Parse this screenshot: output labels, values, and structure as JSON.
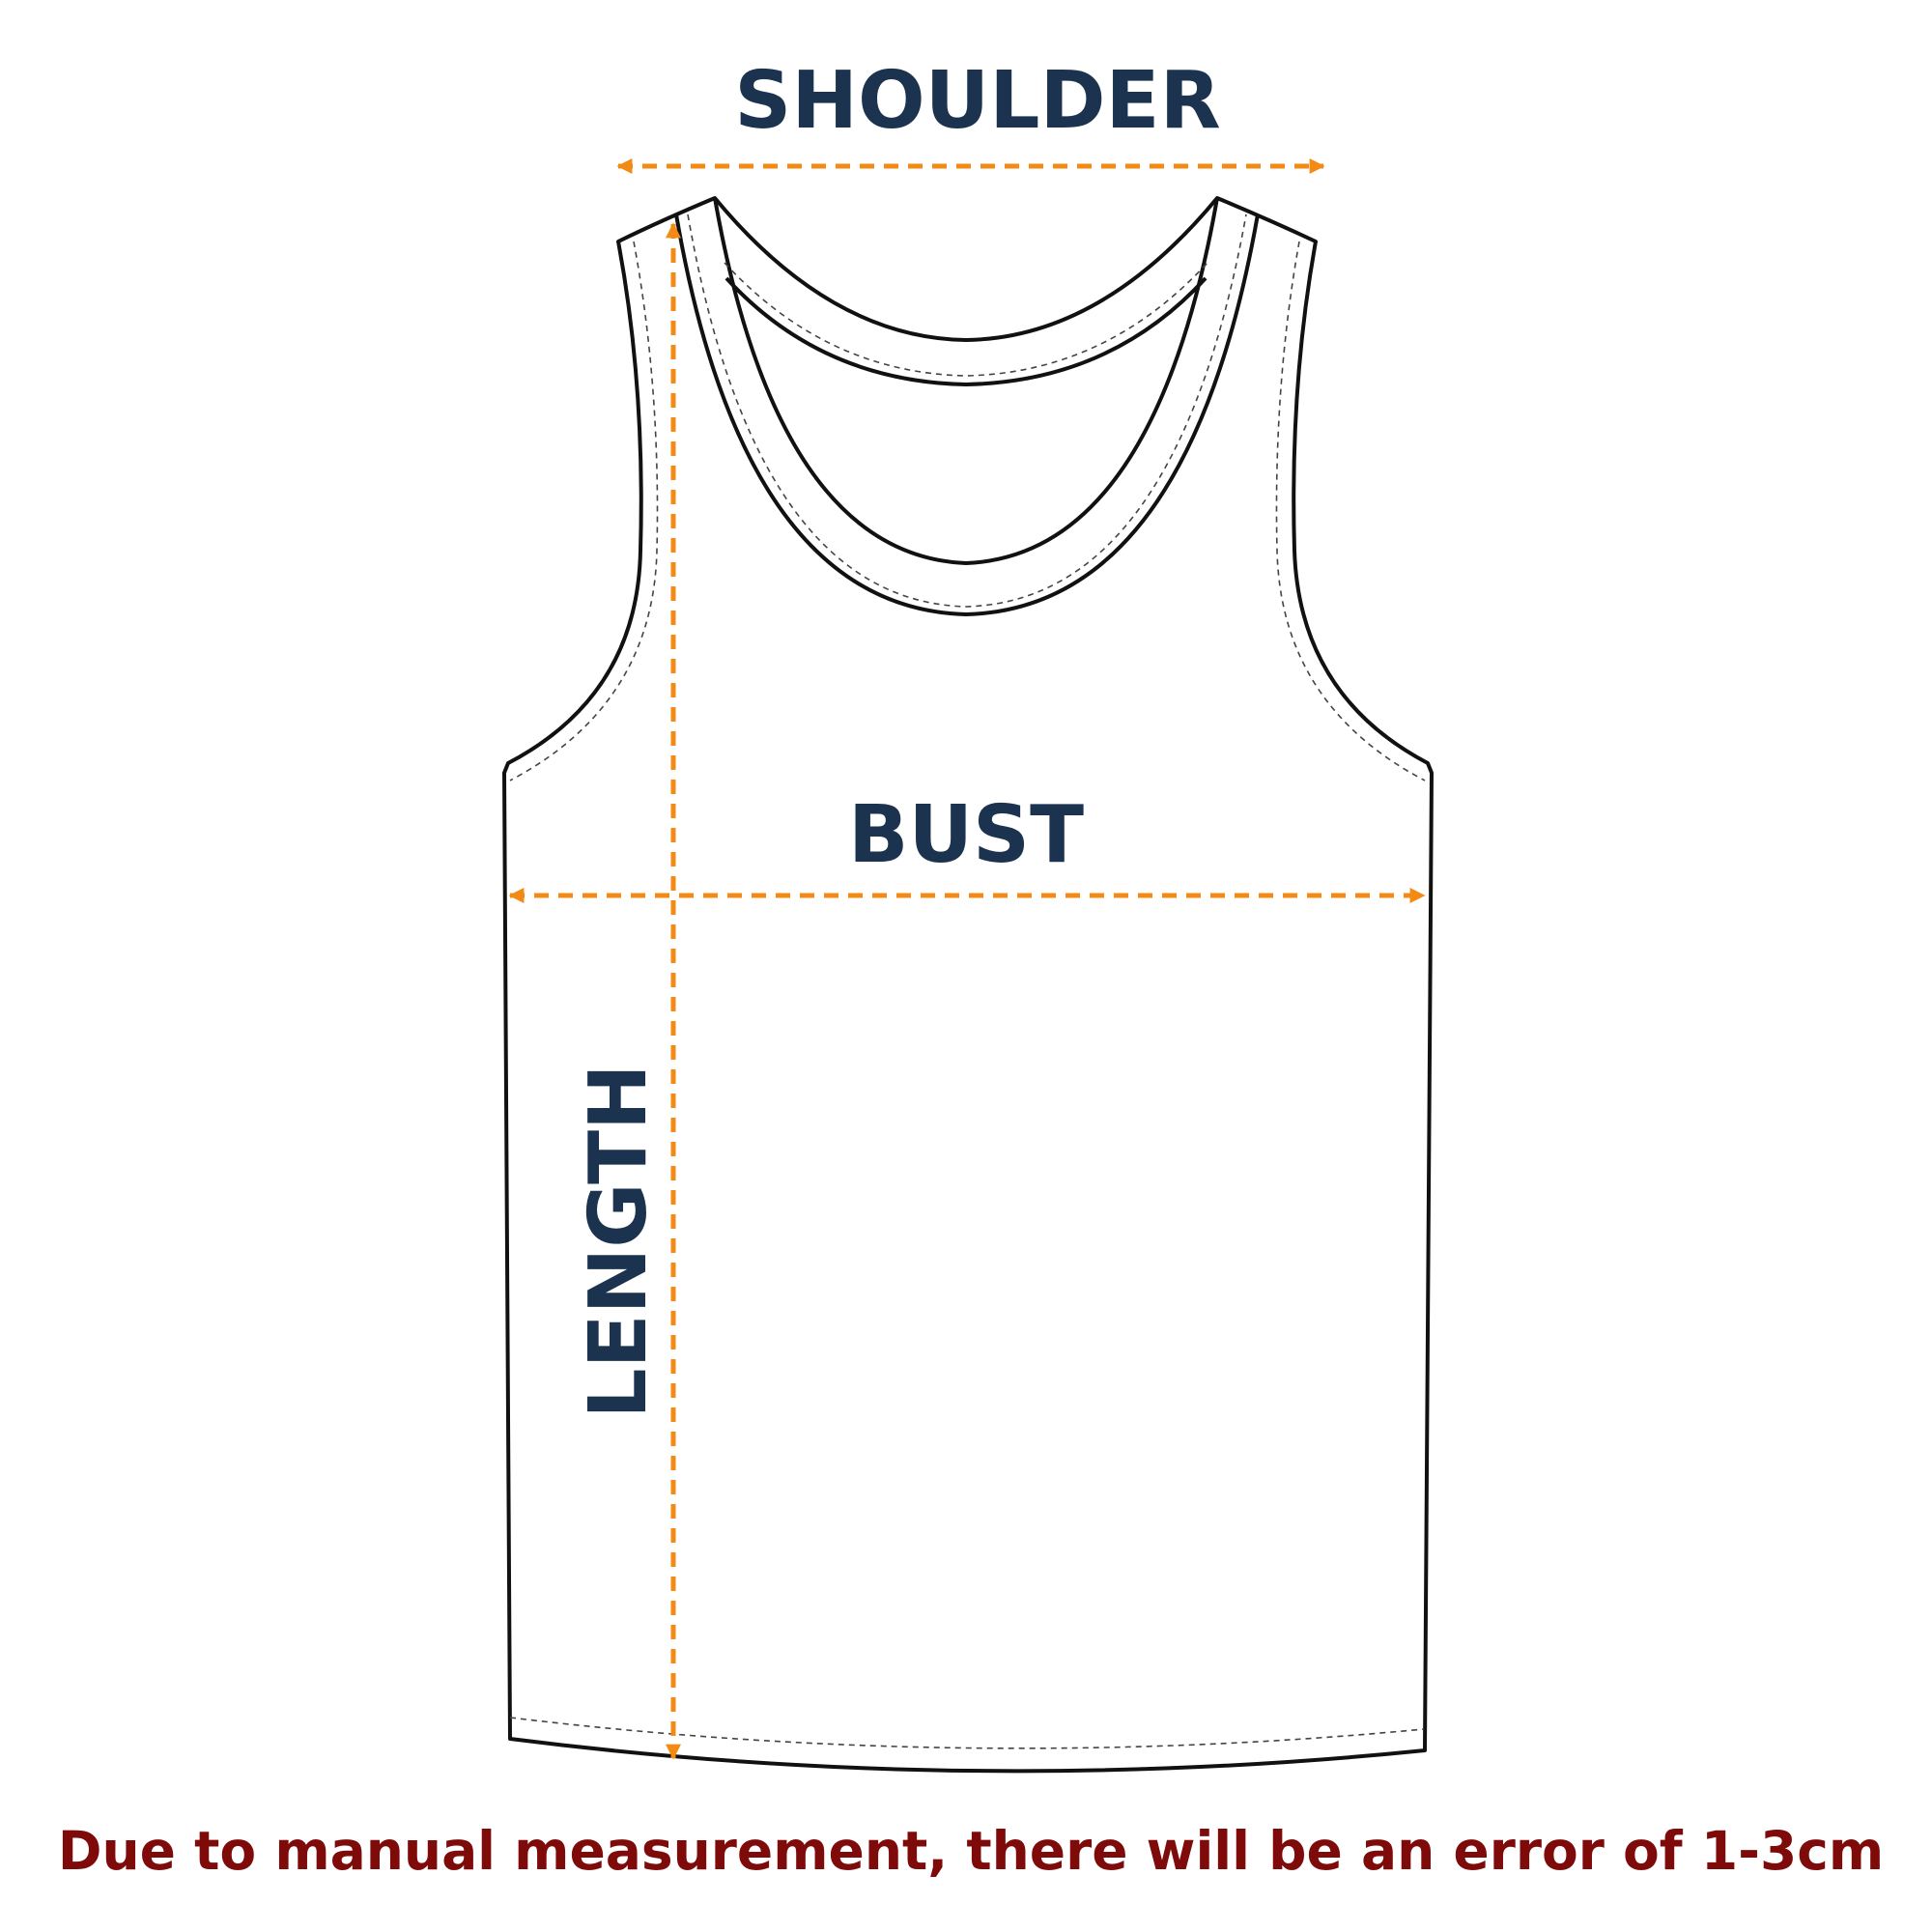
{
  "labels": {
    "shoulder": "SHOULDER",
    "bust": "BUST",
    "length": "LENGTH"
  },
  "note": "Due to manual measurement, there will be an error of 1-3cm",
  "colors": {
    "label_text": "#1c3350",
    "arrow": "#f28a14",
    "outline": "#111111",
    "stitch": "#444444",
    "note_text": "#7f0a0a",
    "background": "#ffffff"
  }
}
